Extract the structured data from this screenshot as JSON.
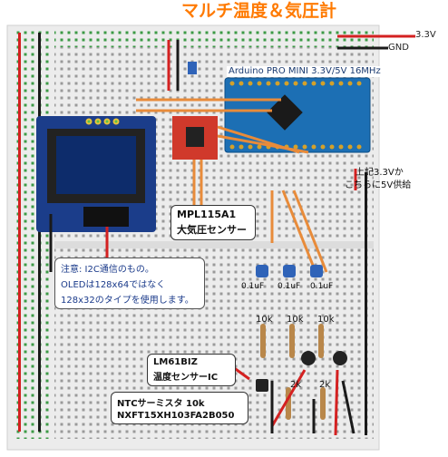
{
  "title": "マルチ温度＆気圧計",
  "rails": {
    "v33": "3.3V",
    "gnd": "GND"
  },
  "arduino_label": "Arduino PRO MINI 3.3V/5V 16MHz",
  "supply_note": [
    "上記3.3Vか",
    "こちらに5V供給"
  ],
  "mpl_callout": [
    "MPL115A1",
    "大気圧センサー"
  ],
  "oled_note": [
    "注意: I2C通信のもの。",
    "OLEDは128x64ではなく",
    "128x32のタイプを使用します。"
  ],
  "capacitors": [
    "0.1uF",
    "0.1uF",
    "0.1uF"
  ],
  "resistors_top": [
    "10k",
    "10k",
    "10k"
  ],
  "resistors_bottom": [
    "2k",
    "2k"
  ],
  "lm61_callout": [
    "LM61BIZ",
    "温度センサーIC"
  ],
  "ntc_callout": [
    "NTCサーミスタ 10k",
    "NXFT15XH103FA2B050"
  ],
  "colors": {
    "board": "#ececec",
    "rail_red": "#d42121",
    "rail_black": "#1a1a1a",
    "orange_wire": "#e88b3a",
    "arduino": "#1c6fb4",
    "oled_frame": "#222222",
    "oled_screen": "#0d2c6b",
    "title_orange": "#ff7a00"
  }
}
